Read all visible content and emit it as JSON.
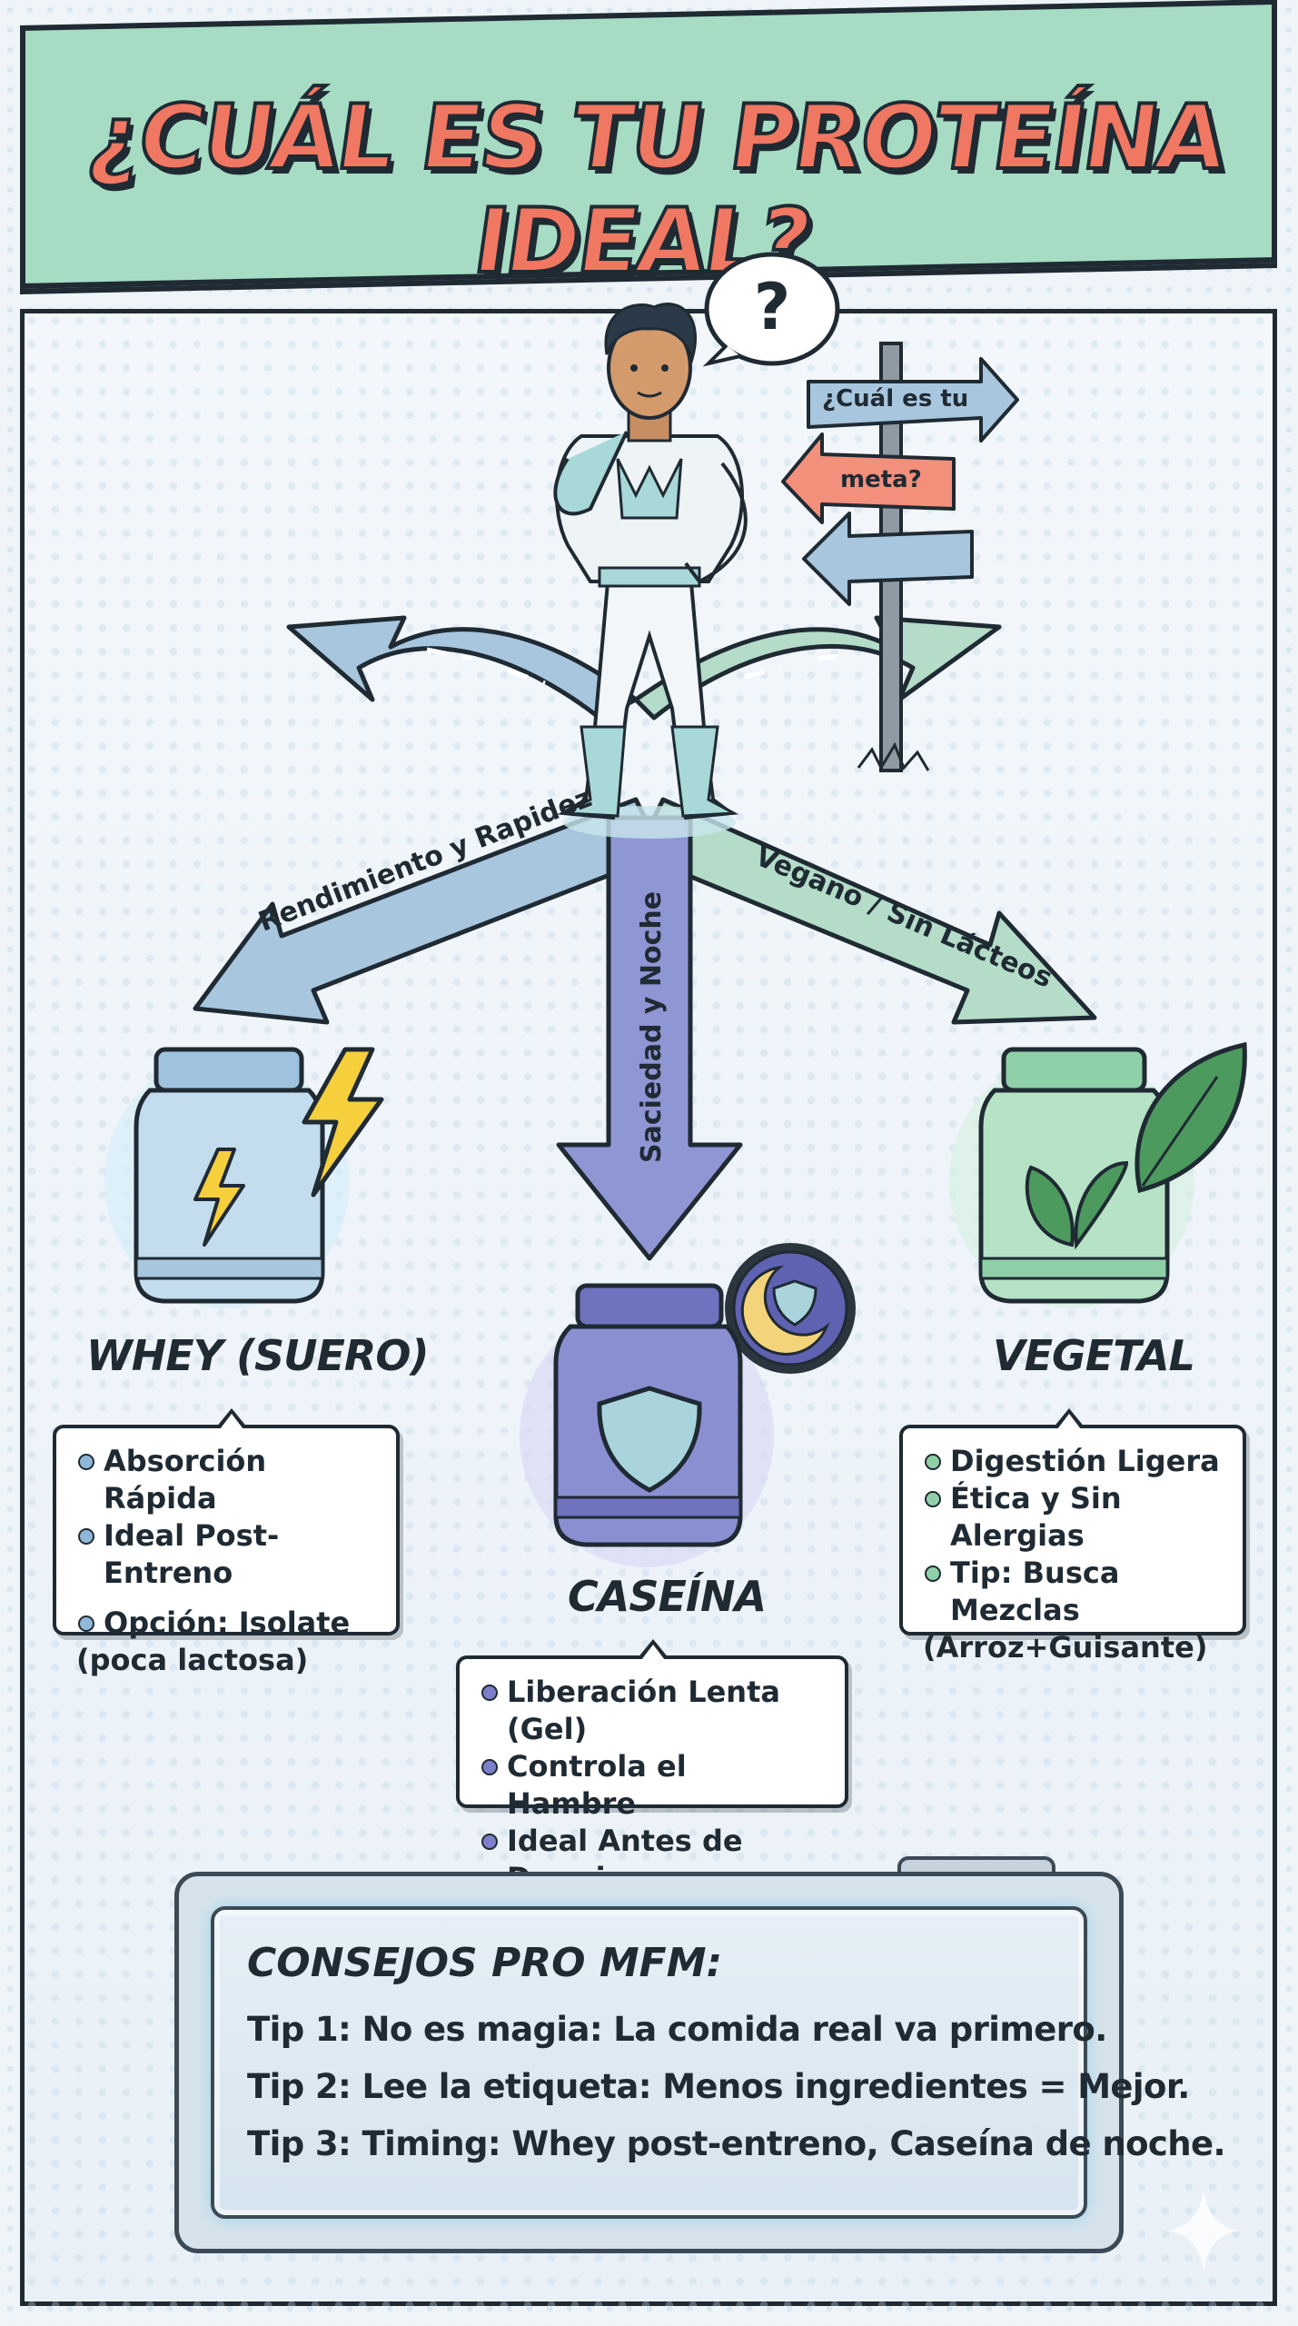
{
  "title": "¿CUÁL ES TU PROTEÍNA IDEAL?",
  "signpost": {
    "line1": "¿Cuál es tu",
    "line2": "meta?"
  },
  "routes": {
    "left": "Rendimiento y Rapidez",
    "center": "Saciedad y Noche",
    "right": "Vegano / Sin Lácteos"
  },
  "proteins": {
    "whey": {
      "name": "WHEY (SUERO)",
      "items": [
        "Absorción Rápida",
        "Ideal Post-Entreno",
        "Opción: Isolate",
        "(poca lactosa)"
      ]
    },
    "casein": {
      "name": "CASEÍNA",
      "items": [
        "Liberación Lenta (Gel)",
        "Controla el Hambre",
        "Ideal Antes de Dormir"
      ]
    },
    "vegetal": {
      "name": "VEGETAL",
      "items": [
        "Digestión Ligera",
        "Ética y Sin Alergias",
        "Tip: Busca Mezclas",
        "(Arroz+Guisante)"
      ]
    }
  },
  "tips": {
    "title": "CONSEJOS PRO MFM:",
    "items": [
      "Tip 1: No es magia: La comida real va primero.",
      "Tip 2: Lee la etiqueta: Menos ingredientes = Mejor.",
      "Tip 3: Timing: Whey post-entreno, Caseína de noche."
    ]
  },
  "colors": {
    "header": "#a6dcc4",
    "title": "#f07862",
    "whey": "#8fb8d8",
    "casein": "#7d7fc9",
    "vegetal": "#8fd0a8",
    "outline": "#1f2a33"
  },
  "icons": [
    "question-mark-icon",
    "lightning-icon",
    "moon-icon",
    "shield-icon",
    "leaf-icon",
    "sparkle-icon"
  ]
}
